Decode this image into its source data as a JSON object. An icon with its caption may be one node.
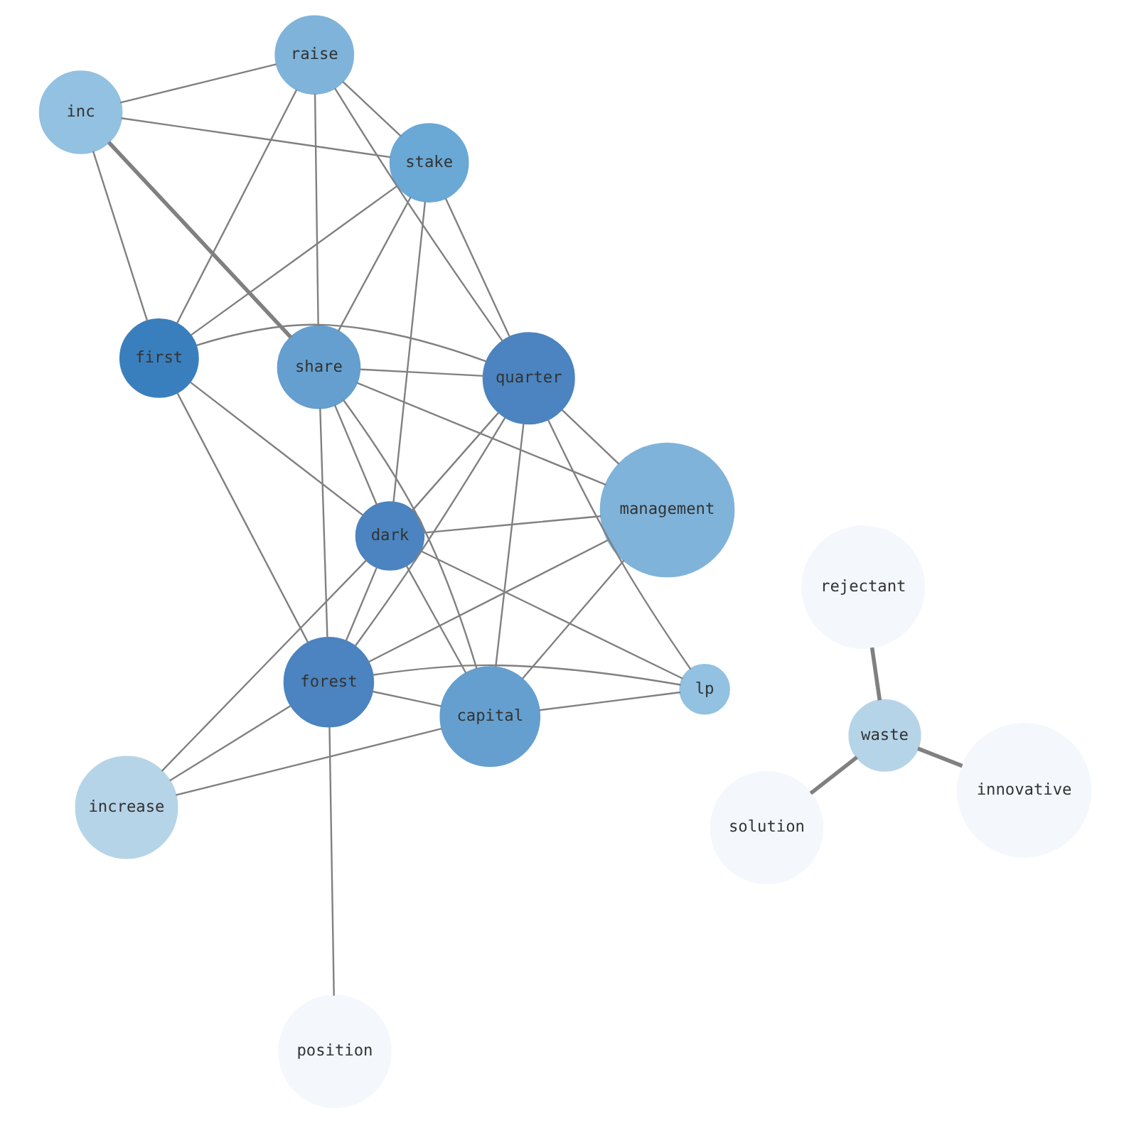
{
  "diagram": {
    "nodes": [
      {
        "text": [
          "solution"
        ]
      },
      {
        "text": [
          "innovative"
        ]
      },
      {
        "text": [
          "raise"
        ]
      },
      {
        "text": [
          "stake"
        ]
      },
      {
        "text": [
          "waste"
        ]
      },
      {
        "text": [
          "inc"
        ]
      },
      {
        "text": [
          "first"
        ]
      },
      {
        "text": [
          "share"
        ]
      },
      {
        "text": [
          "quarter"
        ]
      },
      {
        "text": [
          "position"
        ]
      },
      {
        "text": [
          "dark"
        ]
      },
      {
        "text": [
          "rejectant"
        ]
      },
      {
        "text": [
          "forest"
        ]
      },
      {
        "text": [
          "management"
        ]
      },
      {
        "text": [
          "capital"
        ]
      },
      {
        "text": [
          "increase"
        ]
      },
      {
        "text": [
          "lp"
        ]
      }
    ],
    "edges": [
      {
        "from": 0,
        "to": 4,
        "arrow": "none",
        "style": "thick"
      },
      {
        "from": 1,
        "to": 4,
        "arrow": "none",
        "style": "thick"
      },
      {
        "from": 4,
        "to": 11,
        "arrow": "none",
        "style": "thick"
      },
      {
        "from": 7,
        "to": 5,
        "arrow": "none",
        "style": "thick"
      },
      {
        "from": 9,
        "to": 12,
        "arrow": "none"
      },
      {
        "from": 2,
        "to": 3,
        "arrow": "none"
      },
      {
        "from": 2,
        "to": 5,
        "arrow": "none"
      },
      {
        "from": 2,
        "to": 6,
        "arrow": "none"
      },
      {
        "from": 2,
        "to": 7,
        "arrow": "none"
      },
      {
        "from": 2,
        "to": 8,
        "arrow": "none"
      },
      {
        "from": 3,
        "to": 5,
        "arrow": "none"
      },
      {
        "from": 3,
        "to": 6,
        "arrow": "none"
      },
      {
        "from": 3,
        "to": 7,
        "arrow": "none"
      },
      {
        "from": 3,
        "to": 8,
        "arrow": "none"
      },
      {
        "from": 3,
        "to": 10,
        "arrow": "none"
      },
      {
        "from": 5,
        "to": 6,
        "arrow": "none"
      },
      {
        "from": 6,
        "to": 8,
        "arrow": "none"
      },
      {
        "from": 6,
        "to": 10,
        "arrow": "none"
      },
      {
        "from": 6,
        "to": 12,
        "arrow": "none"
      },
      {
        "from": 7,
        "to": 8,
        "arrow": "none"
      },
      {
        "from": 7,
        "to": 10,
        "arrow": "none"
      },
      {
        "from": 7,
        "to": 12,
        "arrow": "none"
      },
      {
        "from": 7,
        "to": 14,
        "arrow": "none"
      },
      {
        "from": 7,
        "to": 13,
        "arrow": "none"
      },
      {
        "from": 8,
        "to": 10,
        "arrow": "none"
      },
      {
        "from": 8,
        "to": 12,
        "arrow": "none"
      },
      {
        "from": 8,
        "to": 14,
        "arrow": "none"
      },
      {
        "from": 8,
        "to": 16,
        "arrow": "none"
      },
      {
        "from": 8,
        "to": 13,
        "arrow": "none"
      },
      {
        "from": 10,
        "to": 12,
        "arrow": "none"
      },
      {
        "from": 10,
        "to": 14,
        "arrow": "none"
      },
      {
        "from": 10,
        "to": 13,
        "arrow": "none"
      },
      {
        "from": 10,
        "to": 15,
        "arrow": "none"
      },
      {
        "from": 10,
        "to": 16,
        "arrow": "none"
      },
      {
        "from": 12,
        "to": 13,
        "arrow": "none"
      },
      {
        "from": 12,
        "to": 14,
        "arrow": "none"
      },
      {
        "from": 12,
        "to": 15,
        "arrow": "none"
      },
      {
        "from": 12,
        "to": 16,
        "arrow": "none"
      },
      {
        "from": 14,
        "to": 13,
        "arrow": "none"
      },
      {
        "from": 14,
        "to": 15,
        "arrow": "none"
      },
      {
        "from": 14,
        "to": 16,
        "arrow": "none"
      }
    ]
  }
}
